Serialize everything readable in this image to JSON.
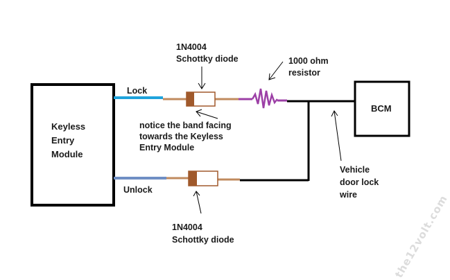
{
  "labels": {
    "module": [
      "Keyless",
      "Entry",
      "Module"
    ],
    "bcm": "BCM",
    "lock": "Lock",
    "unlock": "Unlock",
    "diode_top": [
      "1N4004",
      "Schottky diode"
    ],
    "diode_bottom": [
      "1N4004",
      "Schottky diode"
    ],
    "resistor": [
      "1000 ohm",
      "resistor"
    ],
    "band_note": [
      "notice the band facing",
      "towards the Keyless",
      "Entry Module"
    ],
    "door_wire": [
      "Vehicle",
      "door lock",
      "wire"
    ]
  },
  "watermark": "the12volt.com",
  "colors": {
    "lock_wire": "#1fa3dc",
    "unlock_wire": "#6f8fc4",
    "diode_body": "#c08a5e",
    "diode_band": "#a0592b",
    "resistor": "#9c3fa6",
    "line": "#000000"
  }
}
